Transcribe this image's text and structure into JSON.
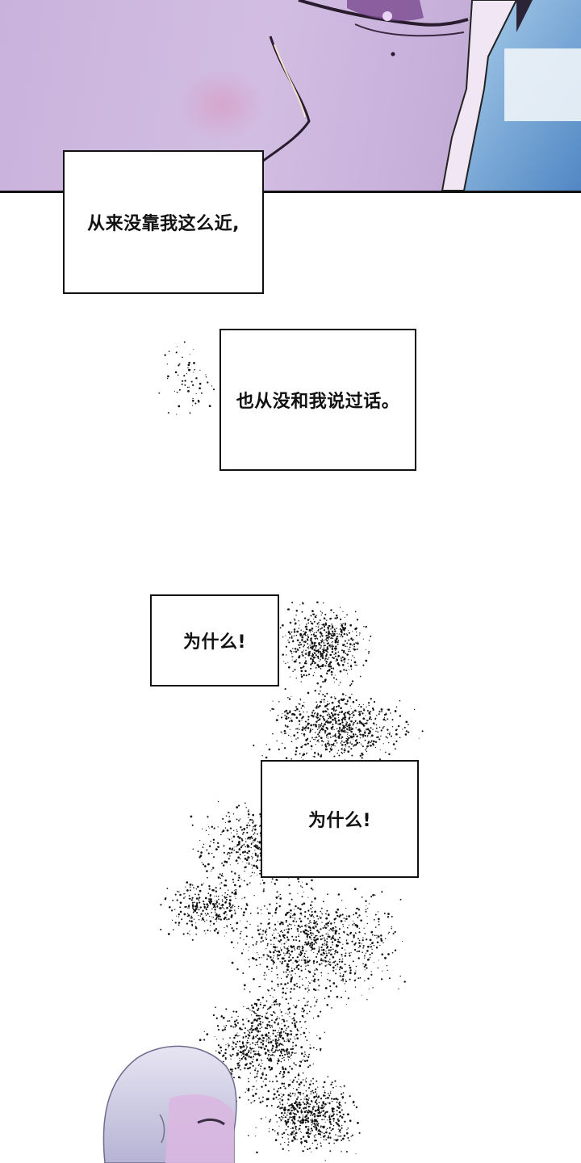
{
  "captions": [
    {
      "text": "从来没靠我这么近,"
    },
    {
      "text": "也从没和我说过话。"
    },
    {
      "text": "为什么!"
    },
    {
      "text": "为什么!"
    }
  ],
  "colors": {
    "panel_lavender": "#cbb5dd",
    "border": "#111111",
    "background": "#ffffff"
  }
}
